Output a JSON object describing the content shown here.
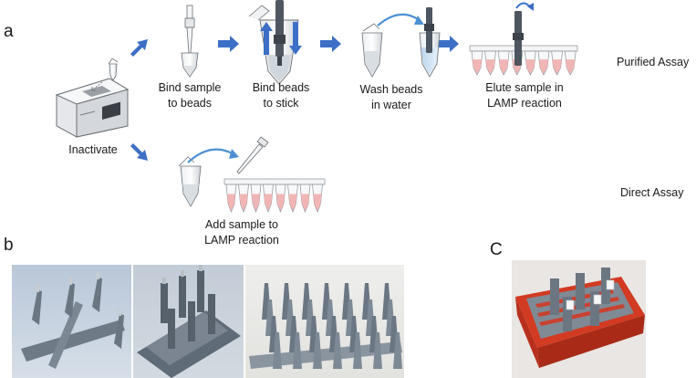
{
  "panels": {
    "a": "a",
    "b": "b",
    "c": "C"
  },
  "steps": {
    "inactivate": "Inactivate",
    "bind_sample": [
      "Bind sample",
      "to beads"
    ],
    "bind_beads": [
      "Bind beads",
      "to stick"
    ],
    "wash_beads": [
      "Wash beads",
      "in water"
    ],
    "elute": [
      "Elute sample in",
      "LAMP reaction"
    ],
    "add_sample": [
      "Add sample to",
      "LAMP reaction"
    ]
  },
  "assays": {
    "purified": "Purified Assay",
    "direct": "Direct Assay"
  },
  "colors": {
    "arrow_blue": "#3c6fc6",
    "curve_blue": "#4b8fd4",
    "lamp_pink": "#f2b5b5",
    "stick_gray": "#5a6470",
    "holder_red": "#d23a22"
  }
}
